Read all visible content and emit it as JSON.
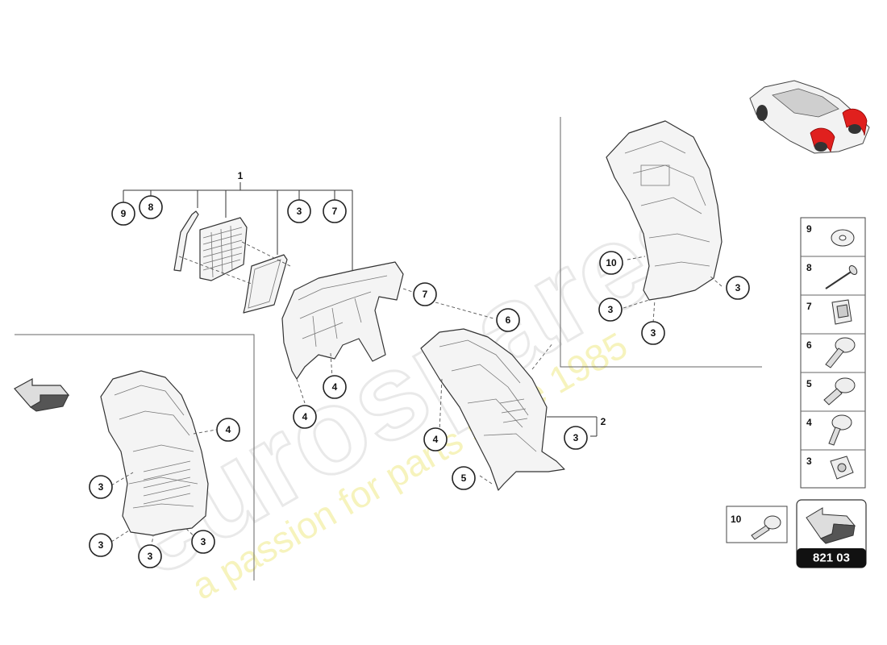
{
  "watermark": {
    "logo": "eurospares",
    "tagline": "a passion for parts since 1985"
  },
  "main_assembly_label": "1",
  "assembly_2_label": "2",
  "callouts": {
    "top_9": "9",
    "top_8": "8",
    "top_3": "3",
    "top_7": "7",
    "mid_7": "7",
    "mid_6": "6",
    "mid_4a": "4",
    "mid_4b": "4",
    "rl_4": "4",
    "rl_3a": "3",
    "rl_3b": "3",
    "rl_3c": "3",
    "rl_3d": "3",
    "rf_4": "4",
    "rf_5": "5",
    "rf_3": "3",
    "ur_10": "10",
    "ur_3a": "3",
    "ur_3b": "3",
    "ur_3c": "3"
  },
  "legend": [
    {
      "num": "9",
      "icon": "washer-icon"
    },
    {
      "num": "8",
      "icon": "rivet-icon"
    },
    {
      "num": "7",
      "icon": "clip-nut-icon"
    },
    {
      "num": "6",
      "icon": "flange-screw-icon"
    },
    {
      "num": "5",
      "icon": "flange-bolt-icon"
    },
    {
      "num": "4",
      "icon": "flange-screw-icon"
    },
    {
      "num": "3",
      "icon": "spring-nut-icon"
    }
  ],
  "extra_part": {
    "num": "10",
    "icon": "torx-screw-icon"
  },
  "page_code": "821 03",
  "colors": {
    "highlight": "#e0201e",
    "code_bg": "#111111",
    "tagline": "#f3f0a8"
  }
}
